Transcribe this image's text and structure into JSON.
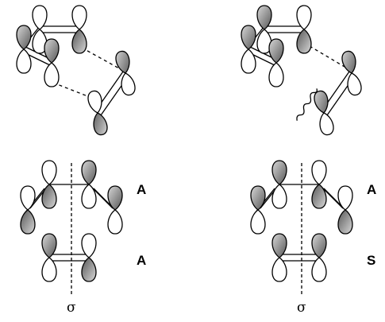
{
  "colors": {
    "stroke": "#000000",
    "shaded": "#9a9a9a",
    "background": "#ffffff"
  },
  "panels": {
    "bottom_left": {
      "diene_symmetry": "A",
      "dienophile_symmetry": "A",
      "mirror_symbol": "σ"
    },
    "bottom_right": {
      "diene_symmetry": "A",
      "dienophile_symmetry": "S",
      "mirror_symbol": "σ"
    }
  }
}
